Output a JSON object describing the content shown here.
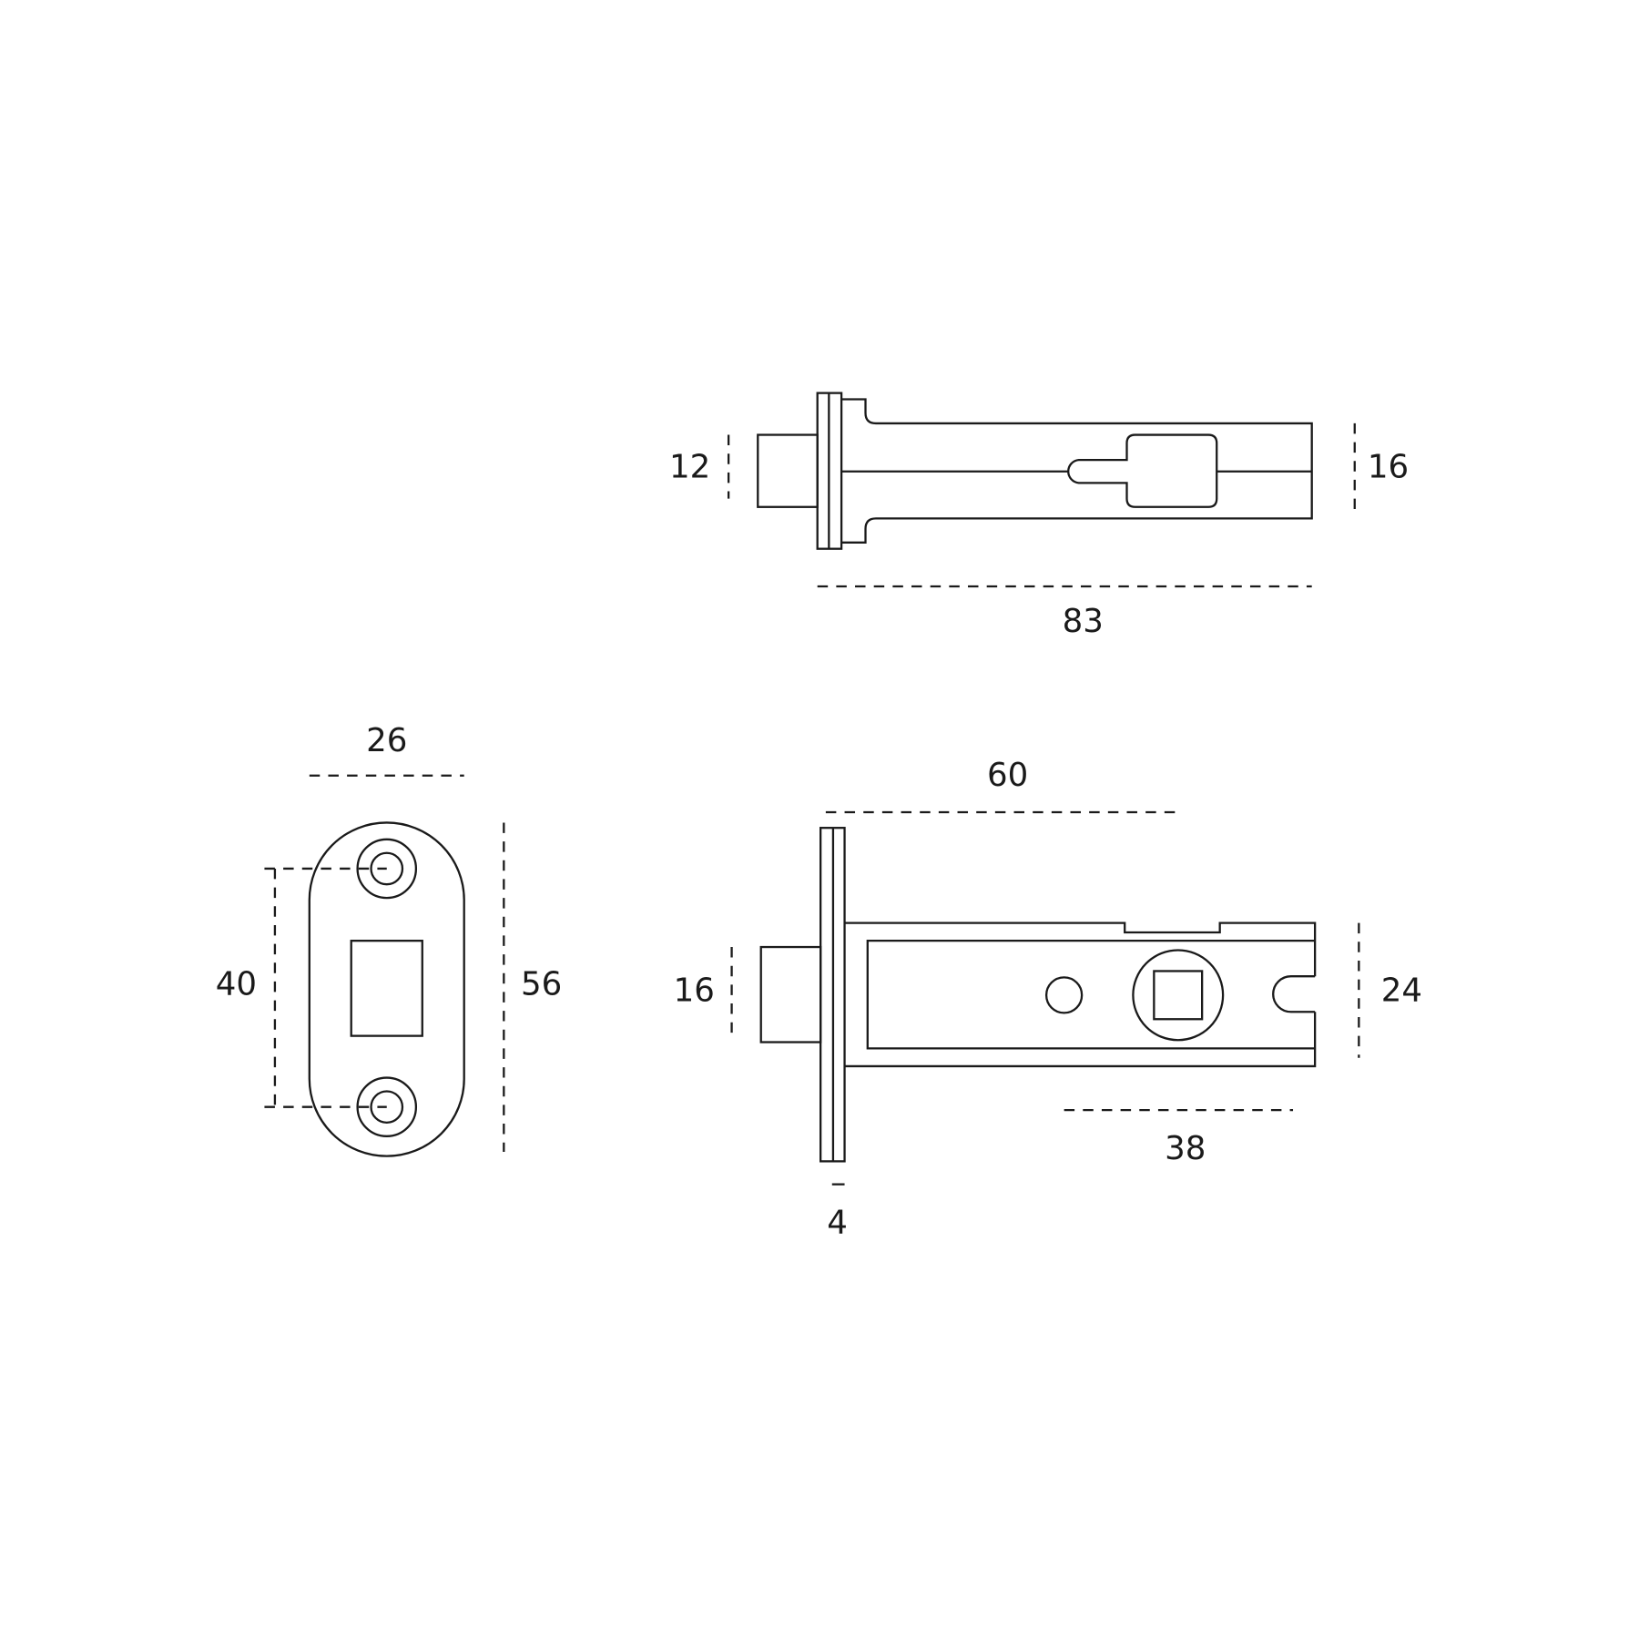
{
  "drawing": {
    "top_view": {
      "bolt_height": "12",
      "body_height": "16",
      "overall_length": "83"
    },
    "front_plate": {
      "width": "26",
      "height": "56",
      "screw_centres": "40"
    },
    "side_view": {
      "backset": "60",
      "bolt_height": "16",
      "body_height": "24",
      "follower_offset": "38",
      "plate_thickness": "4"
    }
  },
  "colors": {
    "line": "#1a1a1a",
    "background": "#ffffff"
  }
}
